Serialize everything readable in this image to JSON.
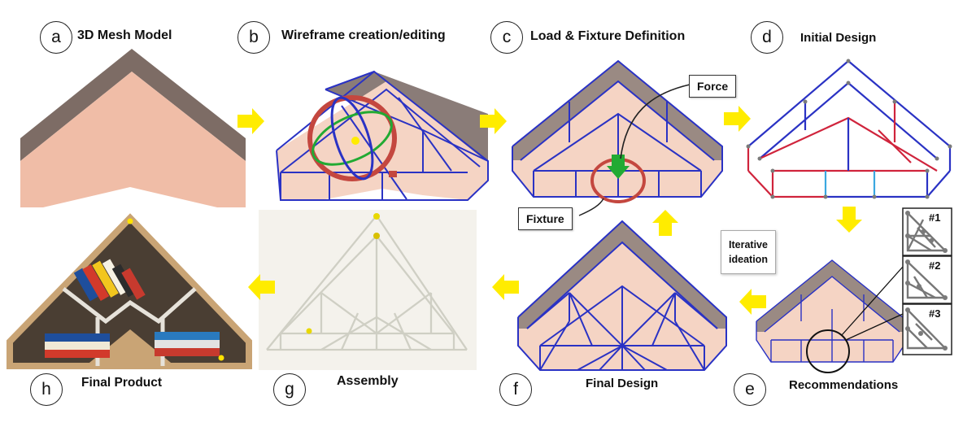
{
  "steps": [
    {
      "letter": "a",
      "title": "3D Mesh Model"
    },
    {
      "letter": "b",
      "title": "Wireframe creation/editing"
    },
    {
      "letter": "c",
      "title": "Load & Fixture Definition"
    },
    {
      "letter": "d",
      "title": "Initial Design"
    },
    {
      "letter": "e",
      "title": "Recommendations"
    },
    {
      "letter": "f",
      "title": "Final Design"
    },
    {
      "letter": "g",
      "title": "Assembly"
    },
    {
      "letter": "h",
      "title": "Final Product"
    }
  ],
  "callouts": {
    "force": "Force",
    "fixture": "Fixture"
  },
  "iterative_ideation": {
    "line1": "Iterative",
    "line2": "ideation"
  },
  "recommendations": [
    "#1",
    "#2",
    "#3"
  ],
  "colors": {
    "arrow": "#ffec00",
    "wire": "#2a32c4",
    "shelf_face": "#f5d4c4",
    "shelf_side": "#8a7c78",
    "mesh_face": "#f0bda7",
    "mesh_side": "#7d6c65",
    "stress_red": "#d0243c",
    "stress_cyan": "#3aa8e0",
    "gizmo_red": "#c4473f",
    "gizmo_green": "#22aa33",
    "node": "#7a7a7a"
  }
}
